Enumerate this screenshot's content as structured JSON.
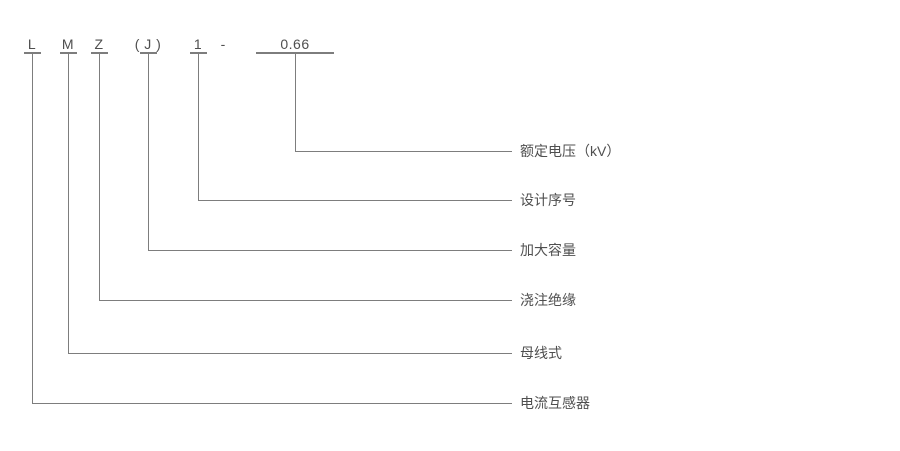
{
  "code": {
    "separator": "-",
    "segments": [
      {
        "char": "L",
        "label": "电流互感器"
      },
      {
        "char": "M",
        "label": "母线式"
      },
      {
        "char": "Z",
        "label": "浇注绝缘"
      },
      {
        "char": "( J )",
        "label": "加大容量"
      },
      {
        "char": "1",
        "label": "设计序号"
      },
      {
        "char": "0.66",
        "label": "额定电压（kV）"
      }
    ]
  },
  "colors": {
    "line": "#7d7d7d",
    "text": "#4f4f4f",
    "background": "#ffffff"
  }
}
